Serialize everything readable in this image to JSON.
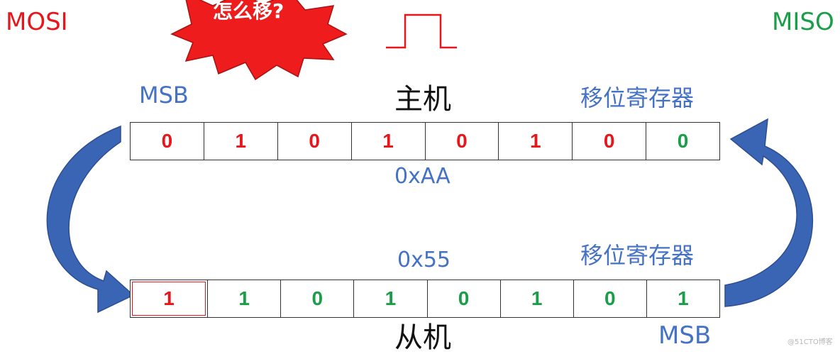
{
  "labels": {
    "mosi": "MOSI",
    "miso": "MISO",
    "star_text": "怎么移?",
    "msb_top": "MSB",
    "host": "主机",
    "shift_register_top": "移位寄存器",
    "hex_top": "0xAA",
    "hex_bottom": "0x55",
    "shift_register_bottom": "移位寄存器",
    "slave": "从机",
    "msb_bottom": "MSB",
    "watermark": "@51CTO博客"
  },
  "registers": {
    "host": {
      "bits": [
        "0",
        "1",
        "0",
        "1",
        "0",
        "1",
        "0",
        "0"
      ],
      "bit_colors": [
        "#e8161b",
        "#e8161b",
        "#e8161b",
        "#e8161b",
        "#e8161b",
        "#e8161b",
        "#e8161b",
        "#1a9e48"
      ]
    },
    "slave": {
      "bits": [
        "1",
        "1",
        "0",
        "1",
        "0",
        "1",
        "0",
        "1"
      ],
      "bit_colors": [
        "#e8161b",
        "#1a9e48",
        "#1a9e48",
        "#1a9e48",
        "#1a9e48",
        "#1a9e48",
        "#1a9e48",
        "#1a9e48"
      ]
    }
  },
  "colors": {
    "mosi": "#e8161b",
    "miso": "#1a9e48",
    "label_blue": "#4472c4",
    "arrow_blue": "#3a64b4",
    "star_red": "#ee1c1c",
    "clock_pulse": "#e8161b"
  },
  "icons": {
    "star_burst": "star-burst-callout",
    "clock_pulse": "clock-pulse-icon",
    "left_arrow": "curved-arrow-down-right",
    "right_arrow": "curved-arrow-up-left"
  }
}
